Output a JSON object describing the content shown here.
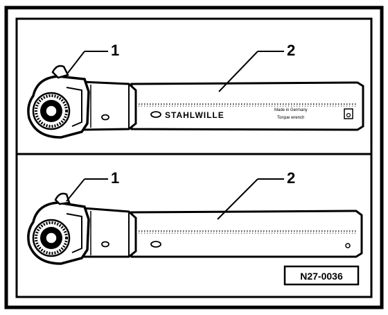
{
  "panels": {
    "top": {
      "callout_1": "1",
      "callout_2": "2",
      "brand": "STAHLWILLE",
      "fine_print_1": "Made in Germany",
      "fine_print_2": "Torque wrench"
    },
    "bottom": {
      "callout_1": "1",
      "callout_2": "2"
    }
  },
  "reference_code": "N27-0036",
  "colors": {
    "ink": "#000000",
    "paper": "#ffffff"
  }
}
